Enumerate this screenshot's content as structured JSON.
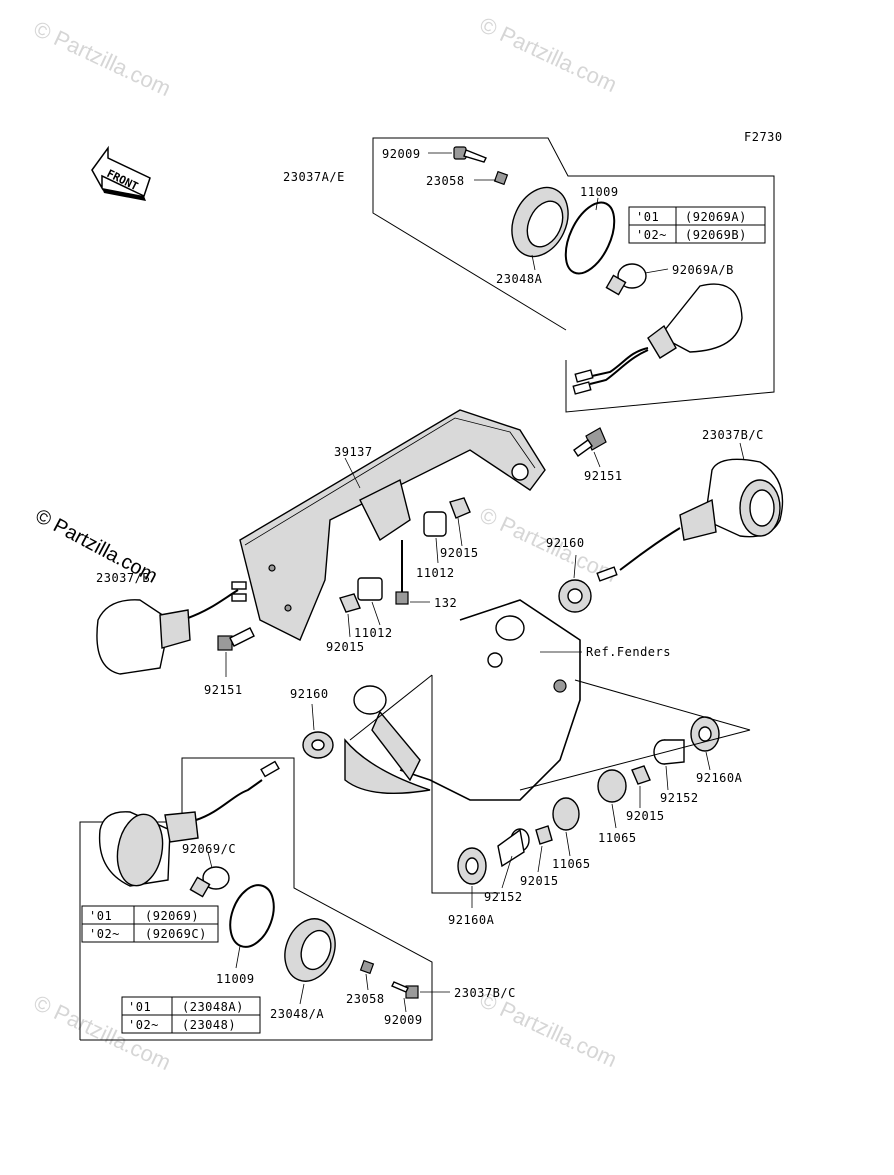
{
  "diagram_code": "F2730",
  "front_label": "FRONT",
  "watermarks": {
    "small": "© Partzilla.com",
    "large": "© Partzilla.com"
  },
  "labels": {
    "p92009_top": "92009",
    "p23037AE": "23037A/E",
    "p23058_top": "23058",
    "p11009_top": "11009",
    "p23048A": "23048A",
    "p92069AB": "92069A/B",
    "p39137": "39137",
    "p92151_right": "92151",
    "p23037BC_right": "23037B/C",
    "p92015_mid": "92015",
    "p11012_mid": "11012",
    "p92160_right": "92160",
    "p23037B_left": "23037/B",
    "p132": "132",
    "p11012_low": "11012",
    "p92015_low": "92015",
    "ref_fenders": "Ref.Fenders",
    "p92151_left": "92151",
    "p92160_left": "92160",
    "p92160A_right": "92160A",
    "p92152_right": "92152",
    "p92015_right": "92015",
    "p11065_a": "11065",
    "p11065_b": "11065",
    "p92015_lower": "92015",
    "p92152_lower": "92152",
    "p92160A_lower": "92160A",
    "p92069C": "92069/C",
    "p11009_bot": "11009",
    "p23048A_bot": "23048/A",
    "p23058_bot": "23058",
    "p92009_bot": "92009",
    "p23037BC_bot": "23037B/C"
  },
  "tables": {
    "top_right": [
      {
        "year": "'01",
        "part": "(92069A)"
      },
      {
        "year": "'02~",
        "part": "(92069B)"
      }
    ],
    "bottom_left_bulb": [
      {
        "year": "'01",
        "part": "(92069)"
      },
      {
        "year": "'02~",
        "part": "(92069C)"
      }
    ],
    "bottom_left_lens": [
      {
        "year": "'01",
        "part": "(23048A)"
      },
      {
        "year": "'02~",
        "part": "(23048)"
      }
    ]
  }
}
